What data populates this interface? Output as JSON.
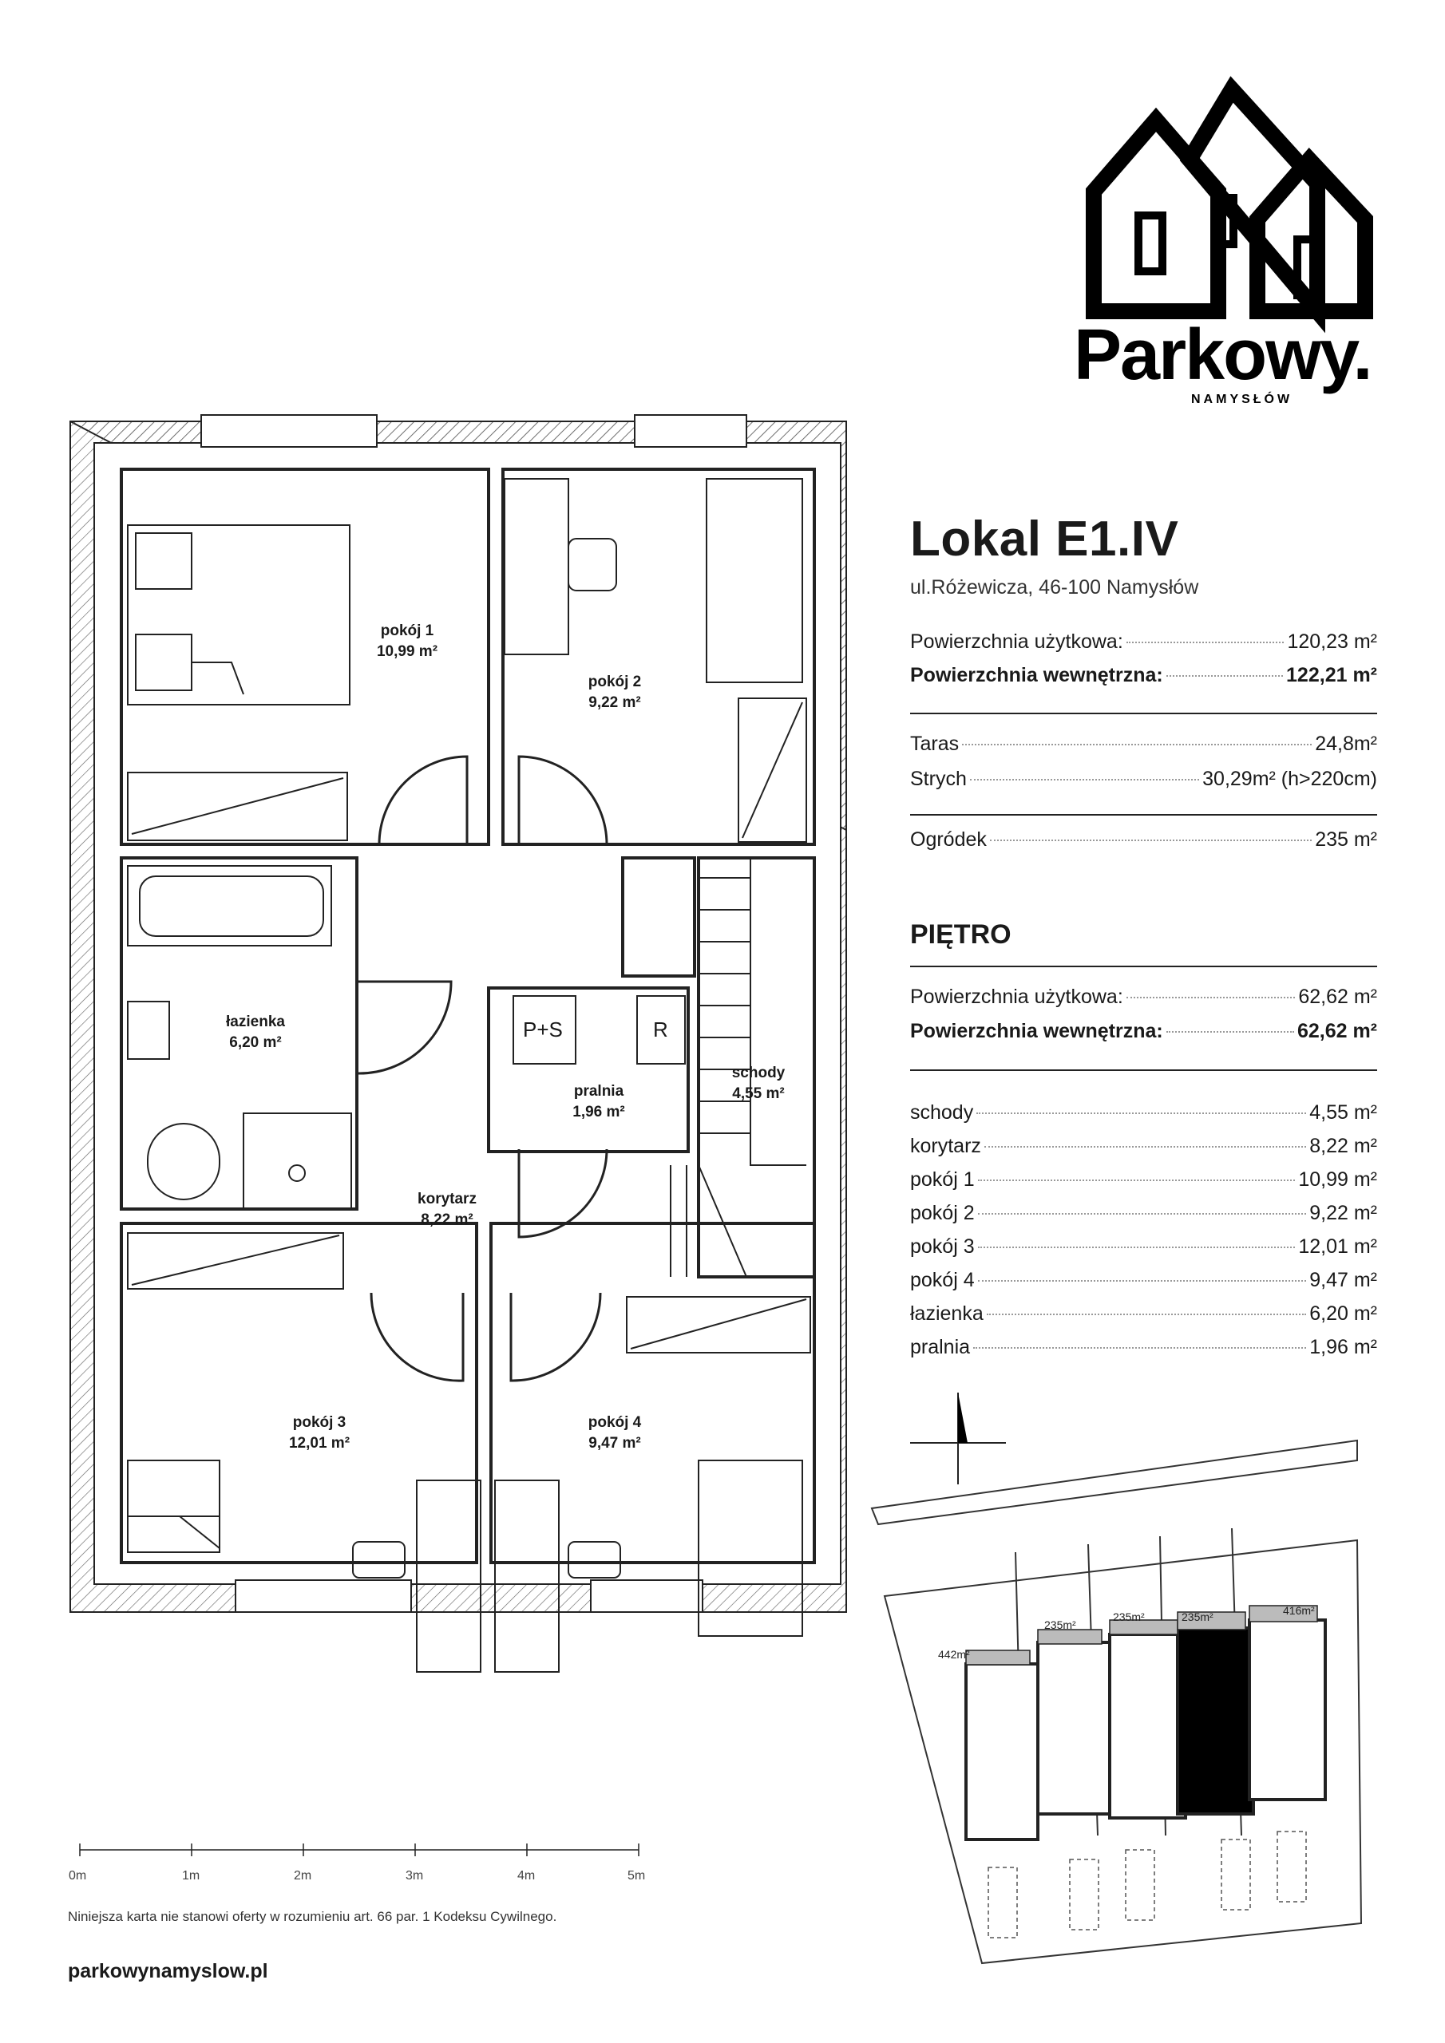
{
  "logo": {
    "word": "Parkowy.",
    "sub": "NAMYSŁÓW"
  },
  "header": {
    "title": "Lokal E1.IV",
    "address": "ul.Różewicza, 46-100 Namysłów"
  },
  "totals": [
    {
      "label": "Powierzchnia użytkowa:",
      "value": "120,23 m²",
      "bold": false
    },
    {
      "label": "Powierzchnia wewnętrzna:",
      "value": "122,21 m²",
      "bold": true
    }
  ],
  "extras": [
    {
      "label": "Taras",
      "value": "24,8m²"
    },
    {
      "label": "Strych",
      "value": "30,29m² (h>220cm)"
    }
  ],
  "garden": {
    "label": "Ogródek",
    "value": "235 m²"
  },
  "floor": {
    "heading": "PIĘTRO",
    "totals": [
      {
        "label": "Powierzchnia użytkowa:",
        "value": "62,62 m²"
      },
      {
        "label": "Powierzchnia wewnętrzna:",
        "value": "62,62 m²"
      }
    ],
    "rooms": [
      {
        "label": "schody",
        "value": "4,55 m²"
      },
      {
        "label": "korytarz",
        "value": "8,22 m²"
      },
      {
        "label": "pokój 1",
        "value": "10,99 m²"
      },
      {
        "label": "pokój 2",
        "value": "9,22 m²"
      },
      {
        "label": "pokój 3",
        "value": "12,01 m²"
      },
      {
        "label": "pokój 4",
        "value": "9,47 m²"
      },
      {
        "label": "łazienka",
        "value": "6,20 m²"
      },
      {
        "label": "pralnia",
        "value": "1,96 m²"
      }
    ]
  },
  "plan": {
    "pokoj1": {
      "name": "pokój 1",
      "area": "10,99 m²"
    },
    "pokoj2": {
      "name": "pokój 2",
      "area": "9,22 m²"
    },
    "lazienka": {
      "name": "łazienka",
      "area": "6,20 m²"
    },
    "pralnia": {
      "name": "pralnia",
      "area": "1,96 m²"
    },
    "schody": {
      "name": "schody",
      "area": "4,55 m²"
    },
    "korytarz": {
      "name": "korytarz",
      "area": "8,22 m²"
    },
    "pokoj3": {
      "name": "pokój 3",
      "area": "12,01 m²"
    },
    "pokoj4": {
      "name": "pokój 4",
      "area": "9,47 m²"
    },
    "ps": "P+S",
    "r": "R"
  },
  "scale": [
    "0m",
    "1m",
    "2m",
    "3m",
    "4m",
    "5m"
  ],
  "siteplan": {
    "plots": [
      "442m²",
      "235m²",
      "235m²",
      "235m²",
      "416m²"
    ],
    "unit": "E1.IV"
  },
  "footer": {
    "note": "Niniejsza karta nie stanowi oferty w rozumieniu art. 66 par. 1 Kodeksu Cywilnego.",
    "website": "parkowynamyslow.pl"
  }
}
